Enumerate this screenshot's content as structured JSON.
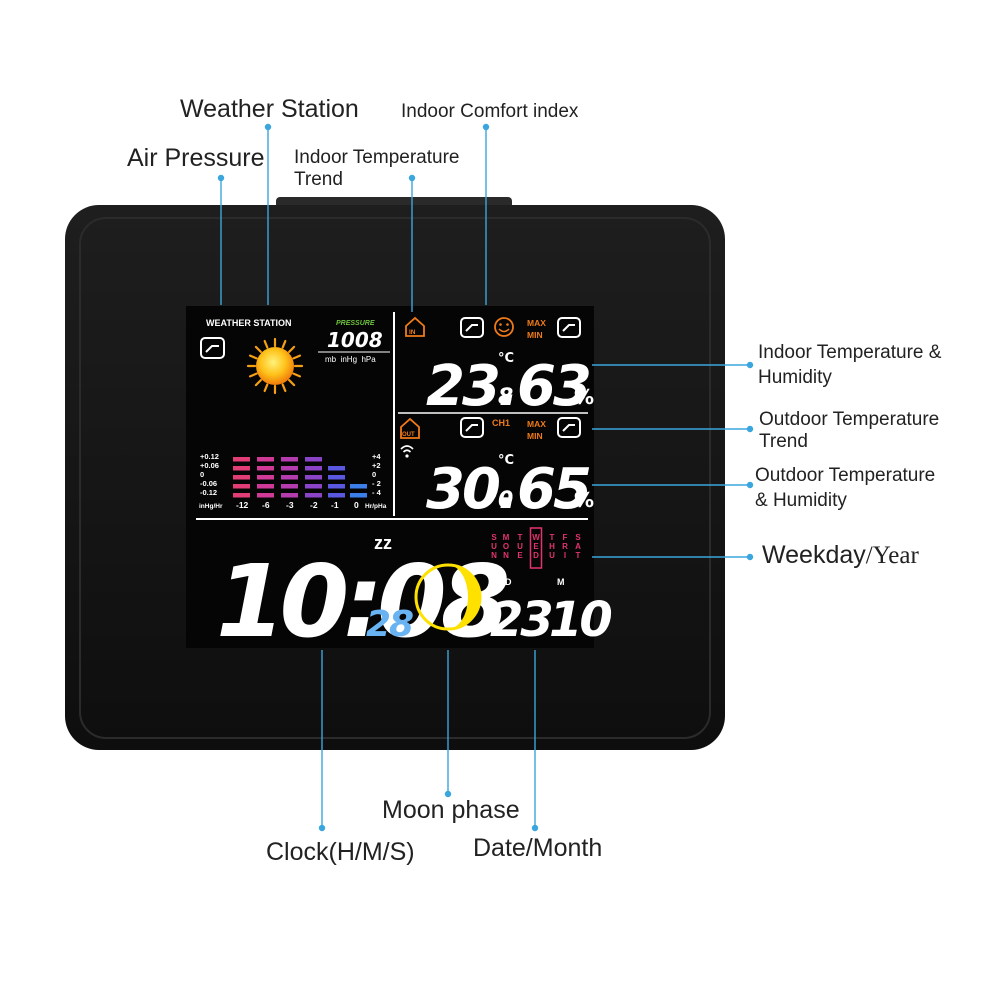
{
  "callouts": {
    "weather_station": "Weather Station",
    "air_pressure": "Air Pressure",
    "indoor_comfort": "Indoor Comfort index",
    "indoor_trend_l1": "Indoor Temperature",
    "indoor_trend_l2": "Trend",
    "indoor_temp_hum_l1": "Indoor Temperature &",
    "indoor_temp_hum_l2": "Humidity",
    "outdoor_trend_l1": "Outdoor Temperature",
    "outdoor_trend_l2": "Trend",
    "outdoor_temp_hum_l1": "Outdoor Temperature",
    "outdoor_temp_hum_l2": "& Humidity",
    "weekday": "Weekday",
    "year": "/Year",
    "moon_phase": "Moon phase",
    "clock": "Clock(H/M/S)",
    "date_month": "Date/Month"
  },
  "display": {
    "title": "WEATHER STATION",
    "pressure_label": "PRESSURE",
    "pressure_value": "1008",
    "pressure_units": "mb  inHg  hPa",
    "scale_left": [
      "+0.12",
      "+0.06",
      "0",
      "-0.06",
      "-0.12"
    ],
    "scale_right": [
      "+4",
      "+2",
      "0",
      "- 2",
      "- 4"
    ],
    "hours": [
      "-12",
      "-6",
      "-3",
      "-2",
      "-1",
      "0"
    ],
    "unit_left": "inHg/Hr",
    "unit_right": "Hr/pHa",
    "bar_levels": [
      5,
      5,
      5,
      5,
      4,
      2
    ],
    "indoor_tag": "IN",
    "outdoor_tag": "OUT",
    "ch_label": "CH1",
    "max_label": "MAX",
    "min_label": "MIN",
    "celsius": "°C",
    "percent": "%",
    "indoor_temp_main": "23.",
    "indoor_temp_dec": "8",
    "indoor_hum": "63",
    "outdoor_temp_main": "30.",
    "outdoor_temp_dec": "0",
    "outdoor_hum": "65",
    "clock_hm": "10:08",
    "seconds": "28",
    "snooze": "zz",
    "weekdays": [
      "SUN",
      "MON",
      "TUE",
      "WED",
      "THU",
      "FRI",
      "SAT"
    ],
    "active_weekday_index": 3,
    "day_label": "D",
    "month_label": "M",
    "day": "23",
    "month": "10"
  },
  "colors": {
    "device": "#141414",
    "screen": "#050505",
    "leader": "#3aa6dd",
    "lcd_white": "#ffffff",
    "lcd_orange": "#f07a1a",
    "lcd_green": "#6dc23f",
    "lcd_blue": "#6ab3f2",
    "lcd_yellow": "#ffe100",
    "lcd_pink": "#e3336f",
    "bar_colors": [
      "#e23d77",
      "#d03a96",
      "#b53caf",
      "#8b44c8",
      "#5a58e0",
      "#3b7fea"
    ]
  }
}
